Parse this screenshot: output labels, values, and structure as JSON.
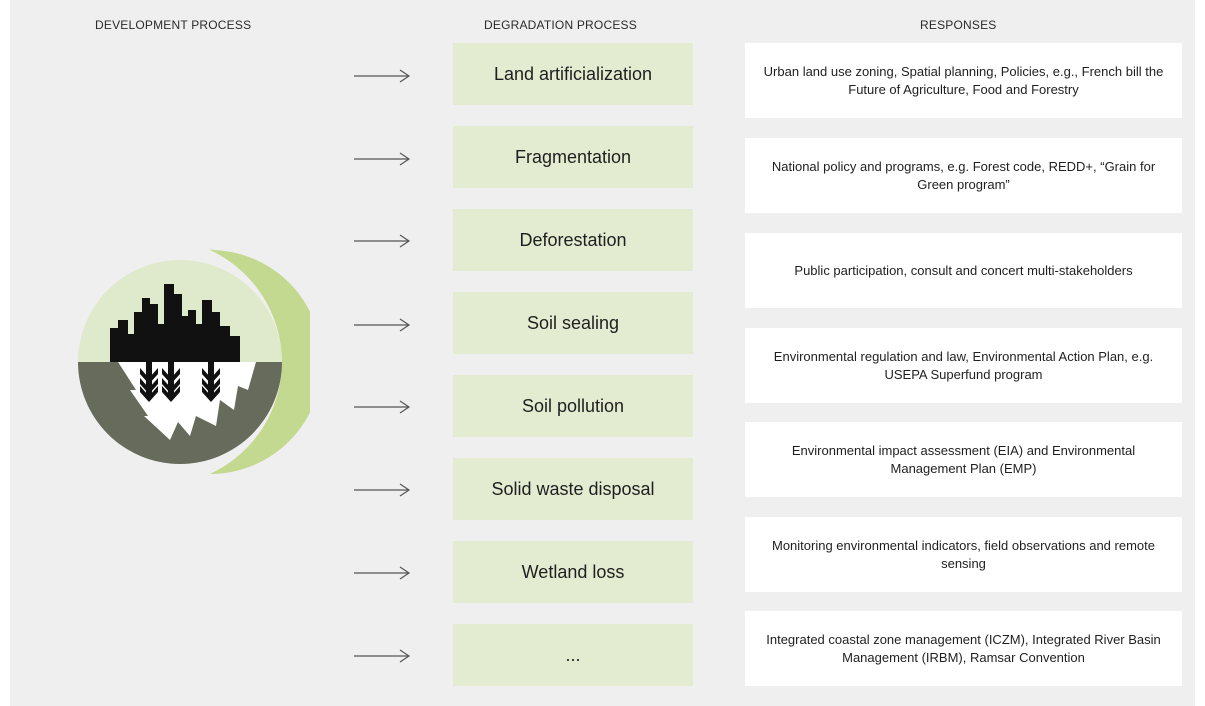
{
  "headers": {
    "development": "DEVELOPMENT PROCESS",
    "degradation": "DEGRADATION PROCESS",
    "responses": "RESPONSES"
  },
  "degradation_items": [
    "Land artificialization",
    "Fragmentation",
    "Deforestation",
    "Soil sealing",
    "Soil pollution",
    "Solid waste disposal",
    "Wetland loss",
    "..."
  ],
  "responses": [
    "Urban land use zoning, Spatial planning, Policies, e.g., French bill the Future of Agriculture, Food and Forestry",
    "National policy and programs, e.g. Forest code, REDD+, “Grain for Green program”",
    "Public participation, consult and concert multi-stakeholders",
    "Environmental regulation and law, Environmental Action Plan, e.g. USEPA Superfund program",
    "Environmental impact assessment (EIA) and Environmental Management Plan (EMP)",
    "Monitoring environmental indicators, field observations and remote sensing",
    "Integrated coastal zone management (ICZM), Integrated River Basin Management (IRBM), Ramsar Convention"
  ],
  "icons": {
    "emblem": "city-over-forest-roots-emblem",
    "arrow": "long-right-arrow-icon"
  },
  "colors": {
    "panel": "#efefef",
    "degradation_box": "#e3ecd1",
    "response_box": "#ffffff",
    "emblem_light": "#dfe9cc",
    "emblem_dark": "#666b5b",
    "emblem_crescent": "#c3d98f",
    "arrow": "#555555"
  }
}
